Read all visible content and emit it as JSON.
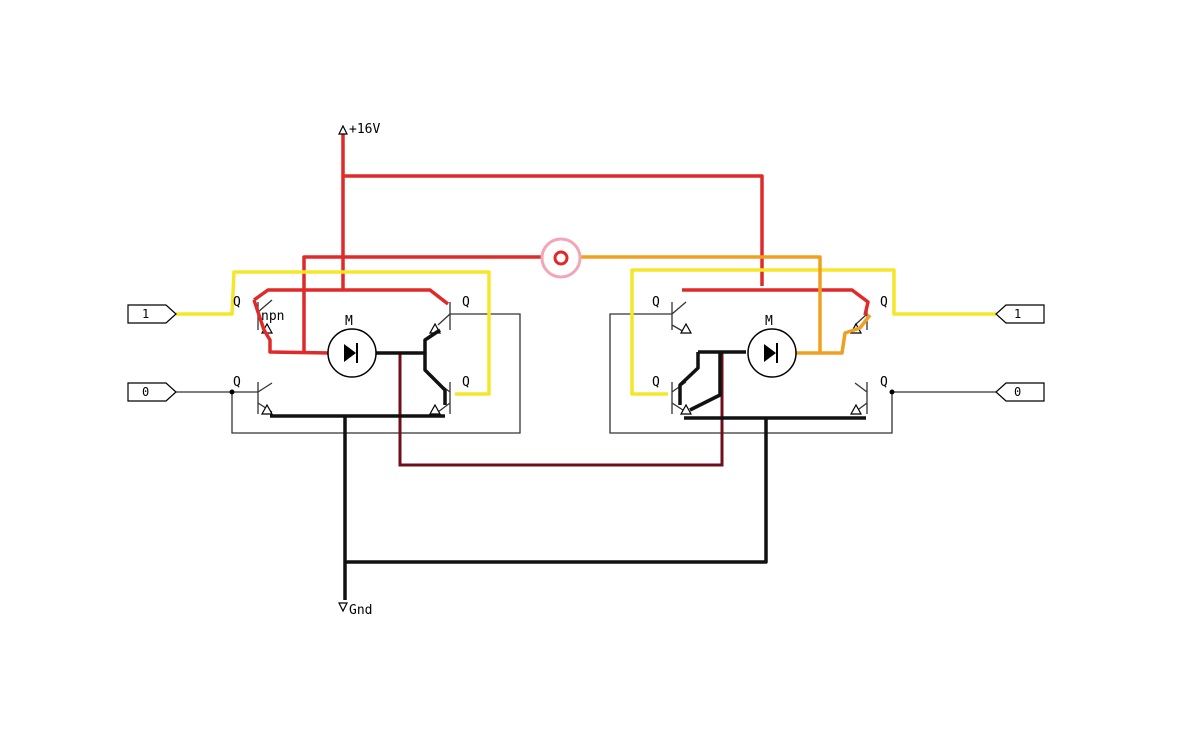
{
  "supply_label": "+16V",
  "ground_label": "Gnd",
  "transistor_label": "Q",
  "transistor_type_label": "npn",
  "motor_label": "M",
  "inputs": {
    "left_top": "1",
    "left_bottom": "0",
    "right_top": "1",
    "right_bottom": "0"
  },
  "colors": {
    "supply_wire": "#e02a2a",
    "control_wire": "#f5e62a",
    "orange_wire": "#f0a020",
    "ground_wire": "#111111",
    "dark_red_wire": "#6e0f1a",
    "thin_wire": "#333333",
    "junction_ring": "#f2a6b8"
  }
}
